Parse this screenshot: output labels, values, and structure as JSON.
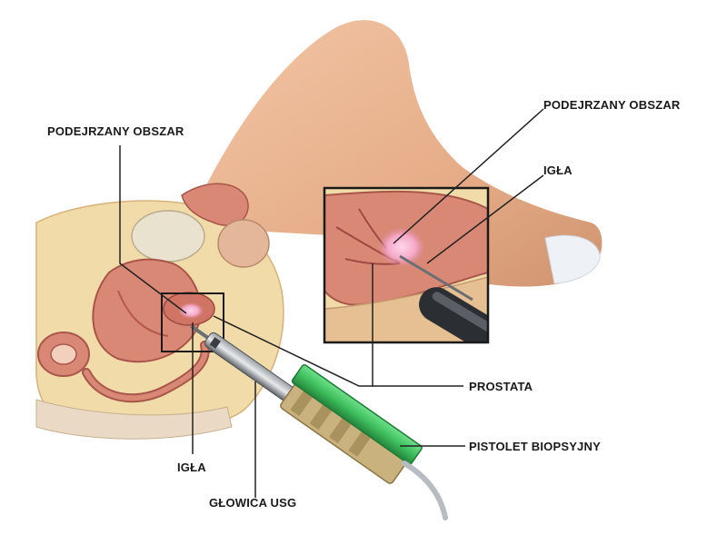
{
  "labels": {
    "suspect_left": "PODEJRZANY OBSZAR",
    "suspect_right": "PODEJRZANY OBSZAR",
    "needle_right": "IGŁA",
    "needle_left": "IGŁA",
    "prostate": "PROSTATA",
    "biopsy_gun": "PISTOLET BIOPSYJNY",
    "usg_probe": "GŁOWICA USG"
  },
  "colors": {
    "skin": "#e9b592",
    "skin_shadow": "#c98c66",
    "tissue": "#d98876",
    "tissue_dark": "#b4584d",
    "fat": "#f1dba8",
    "gun_green": "#3fbf5e",
    "gun_green_dark": "#2a8f43",
    "leader": "#222222"
  }
}
